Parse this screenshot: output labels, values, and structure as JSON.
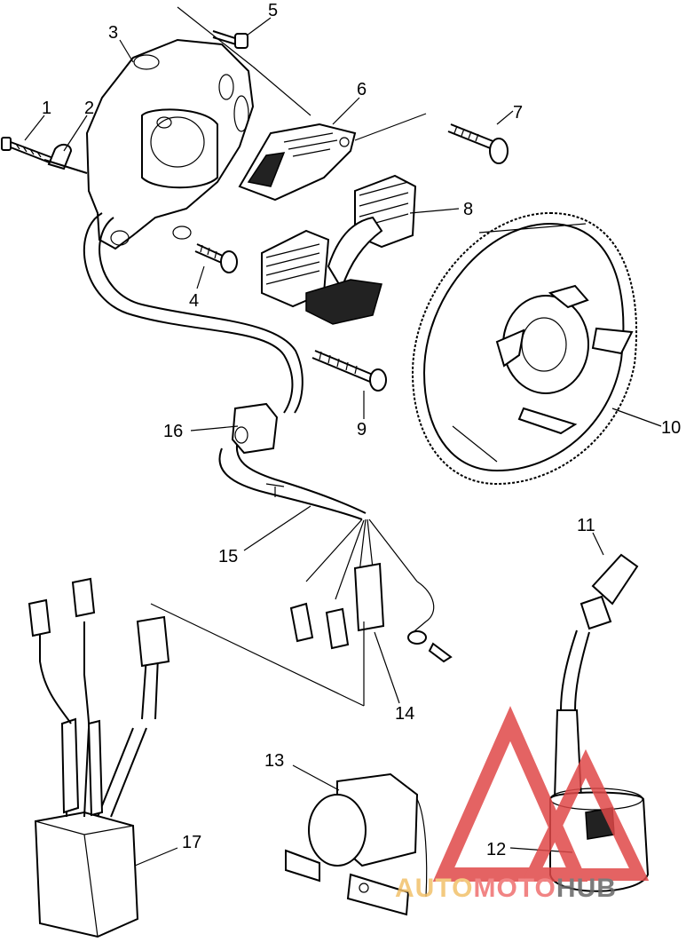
{
  "callouts": {
    "c1": "1",
    "c2": "2",
    "c3": "3",
    "c4": "4",
    "c5": "5",
    "c6": "6",
    "c7": "7",
    "c8": "8",
    "c9": "9",
    "c10": "10",
    "c11": "11",
    "c12": "12",
    "c13": "13",
    "c14": "14",
    "c15": "15",
    "c16": "16",
    "c17": "17"
  },
  "watermark": {
    "part1": "AUTO",
    "part2": "MOTO",
    "part3": "HUB",
    "colors": {
      "auto": "#f2c16b",
      "moto": "#ef6f6f",
      "hub": "#666666",
      "triangle": "#e04848"
    }
  }
}
